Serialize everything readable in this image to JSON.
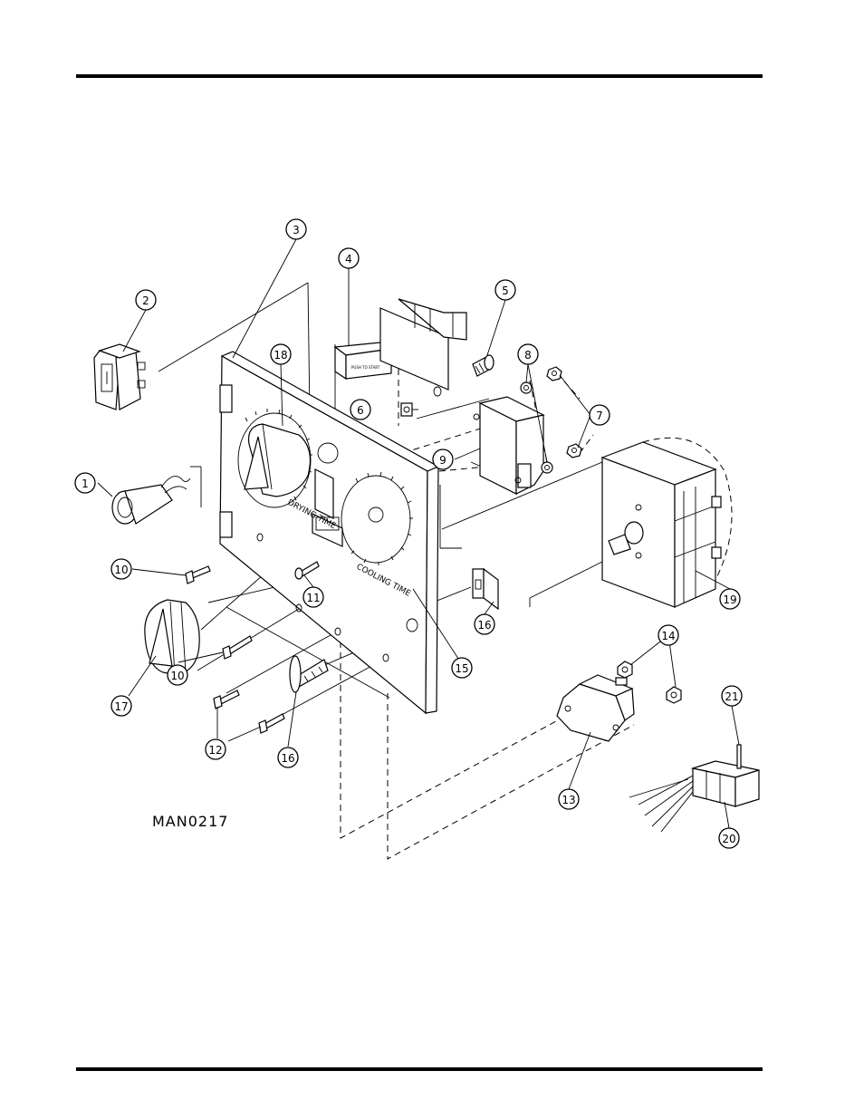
{
  "drawing_id": "MAN0217",
  "panel_labels": {
    "drying": "DRYING TIME",
    "cooling": "COOLING TIME",
    "button": "PUSH TO START"
  },
  "callouts": [
    {
      "id": "callout-1",
      "label": "1"
    },
    {
      "id": "callout-2",
      "label": "2"
    },
    {
      "id": "callout-3",
      "label": "3"
    },
    {
      "id": "callout-4",
      "label": "4"
    },
    {
      "id": "callout-5",
      "label": "5"
    },
    {
      "id": "callout-6",
      "label": "6"
    },
    {
      "id": "callout-7",
      "label": "7"
    },
    {
      "id": "callout-8",
      "label": "8"
    },
    {
      "id": "callout-9",
      "label": "9"
    },
    {
      "id": "callout-10a",
      "label": "10"
    },
    {
      "id": "callout-10b",
      "label": "10"
    },
    {
      "id": "callout-11",
      "label": "11"
    },
    {
      "id": "callout-12",
      "label": "12"
    },
    {
      "id": "callout-13",
      "label": "13"
    },
    {
      "id": "callout-14",
      "label": "14"
    },
    {
      "id": "callout-15",
      "label": "15"
    },
    {
      "id": "callout-16a",
      "label": "16"
    },
    {
      "id": "callout-16b",
      "label": "16"
    },
    {
      "id": "callout-17",
      "label": "17"
    },
    {
      "id": "callout-18",
      "label": "18"
    },
    {
      "id": "callout-19",
      "label": "19"
    },
    {
      "id": "callout-20",
      "label": "20"
    },
    {
      "id": "callout-21",
      "label": "21"
    }
  ]
}
